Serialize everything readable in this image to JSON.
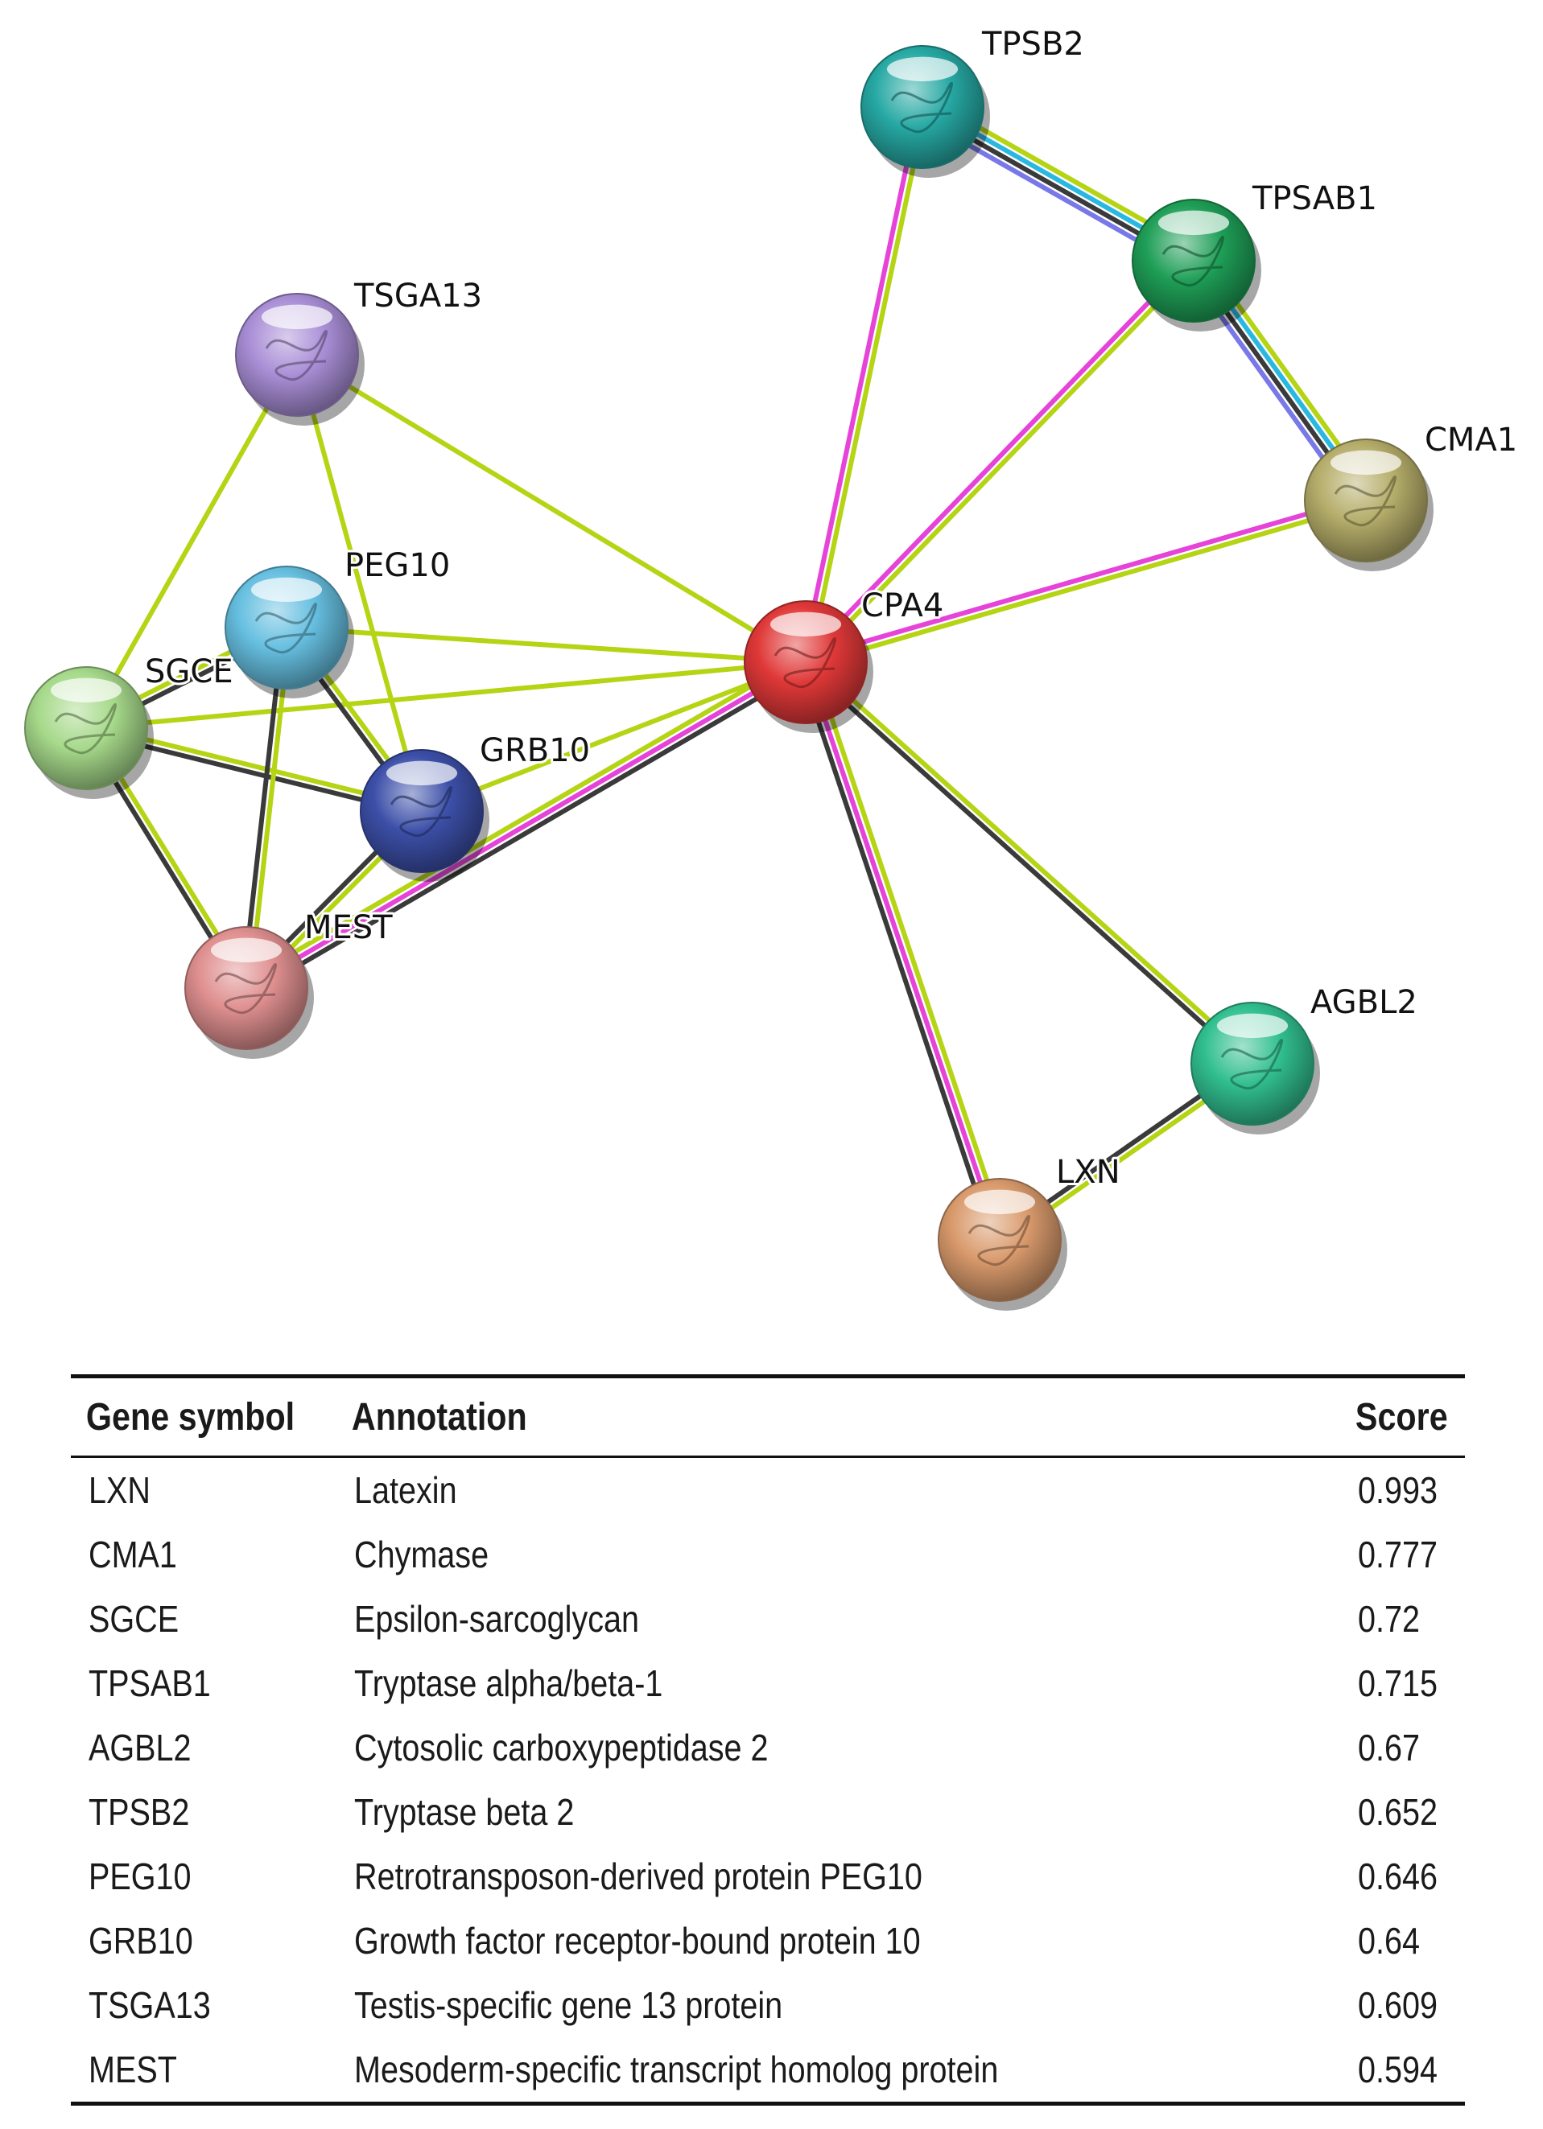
{
  "network": {
    "nodes": [
      {
        "id": "TPSB2",
        "label": "TPSB2",
        "color": "#26a8a3"
      },
      {
        "id": "TPSAB1",
        "label": "TPSAB1",
        "color": "#1e9e56"
      },
      {
        "id": "CMA1",
        "label": "CMA1",
        "color": "#b5ad6a"
      },
      {
        "id": "TSGA13",
        "label": "TSGA13",
        "color": "#a98ed6"
      },
      {
        "id": "PEG10",
        "label": "PEG10",
        "color": "#66bfe0"
      },
      {
        "id": "SGCE",
        "label": "SGCE",
        "color": "#a6d98a"
      },
      {
        "id": "GRB10",
        "label": "GRB10",
        "color": "#3c4fa8"
      },
      {
        "id": "MEST",
        "label": "MEST",
        "color": "#df8f8f"
      },
      {
        "id": "CPA4",
        "label": "CPA4",
        "color": "#e03838"
      },
      {
        "id": "AGBL2",
        "label": "AGBL2",
        "color": "#31bf8f"
      },
      {
        "id": "LXN",
        "label": "LXN",
        "color": "#d99a6c"
      }
    ],
    "edge_colors": {
      "textmining": "#b4d414",
      "experimental": "#e644d8",
      "coexpression": "#3a3a3a",
      "homology": "#7878e8",
      "database": "#2bb8e0"
    },
    "edges": [
      {
        "source": "TPSB2",
        "target": "TPSAB1",
        "types": [
          "textmining",
          "database",
          "coexpression",
          "homology"
        ]
      },
      {
        "source": "TPSAB1",
        "target": "CMA1",
        "types": [
          "textmining",
          "database",
          "coexpression",
          "homology"
        ]
      },
      {
        "source": "TPSB2",
        "target": "CPA4",
        "types": [
          "textmining",
          "experimental"
        ]
      },
      {
        "source": "TPSAB1",
        "target": "CPA4",
        "types": [
          "textmining",
          "experimental"
        ]
      },
      {
        "source": "CMA1",
        "target": "CPA4",
        "types": [
          "textmining",
          "experimental"
        ]
      },
      {
        "source": "TSGA13",
        "target": "CPA4",
        "types": [
          "textmining"
        ]
      },
      {
        "source": "TSGA13",
        "target": "SGCE",
        "types": [
          "textmining"
        ]
      },
      {
        "source": "TSGA13",
        "target": "GRB10",
        "types": [
          "textmining"
        ]
      },
      {
        "source": "PEG10",
        "target": "CPA4",
        "types": [
          "textmining"
        ]
      },
      {
        "source": "SGCE",
        "target": "CPA4",
        "types": [
          "textmining"
        ]
      },
      {
        "source": "GRB10",
        "target": "CPA4",
        "types": [
          "textmining"
        ]
      },
      {
        "source": "MEST",
        "target": "CPA4",
        "types": [
          "textmining",
          "experimental",
          "coexpression"
        ]
      },
      {
        "source": "SGCE",
        "target": "GRB10",
        "types": [
          "textmining",
          "coexpression"
        ]
      },
      {
        "source": "SGCE",
        "target": "MEST",
        "types": [
          "textmining",
          "coexpression"
        ]
      },
      {
        "source": "SGCE",
        "target": "PEG10",
        "types": [
          "textmining",
          "coexpression"
        ]
      },
      {
        "source": "PEG10",
        "target": "GRB10",
        "types": [
          "textmining",
          "coexpression"
        ]
      },
      {
        "source": "PEG10",
        "target": "MEST",
        "types": [
          "textmining",
          "coexpression"
        ]
      },
      {
        "source": "GRB10",
        "target": "MEST",
        "types": [
          "textmining",
          "coexpression"
        ]
      },
      {
        "source": "CPA4",
        "target": "AGBL2",
        "types": [
          "textmining",
          "coexpression"
        ]
      },
      {
        "source": "CPA4",
        "target": "LXN",
        "types": [
          "textmining",
          "experimental",
          "coexpression"
        ]
      },
      {
        "source": "AGBL2",
        "target": "LXN",
        "types": [
          "textmining",
          "coexpression"
        ]
      }
    ]
  },
  "table": {
    "headers": {
      "gene_symbol": "Gene symbol",
      "annotation": "Annotation",
      "score": "Score"
    },
    "rows": [
      {
        "gene": "LXN",
        "annotation": "Latexin",
        "score": "0.993"
      },
      {
        "gene": "CMA1",
        "annotation": "Chymase",
        "score": "0.777"
      },
      {
        "gene": "SGCE",
        "annotation": "Epsilon-sarcoglycan",
        "score": "0.72"
      },
      {
        "gene": "TPSAB1",
        "annotation": "Tryptase alpha/beta-1",
        "score": "0.715"
      },
      {
        "gene": "AGBL2",
        "annotation": "Cytosolic carboxypeptidase 2",
        "score": "0.67"
      },
      {
        "gene": "TPSB2",
        "annotation": "Tryptase beta 2",
        "score": "0.652"
      },
      {
        "gene": "PEG10",
        "annotation": "Retrotransposon-derived protein PEG10",
        "score": "0.646"
      },
      {
        "gene": "GRB10",
        "annotation": "Growth factor receptor-bound protein 10",
        "score": "0.64"
      },
      {
        "gene": "TSGA13",
        "annotation": "Testis-specific gene 13 protein",
        "score": "0.609"
      },
      {
        "gene": "MEST",
        "annotation": "Mesoderm-specific transcript homolog protein",
        "score": "0.594"
      }
    ]
  }
}
